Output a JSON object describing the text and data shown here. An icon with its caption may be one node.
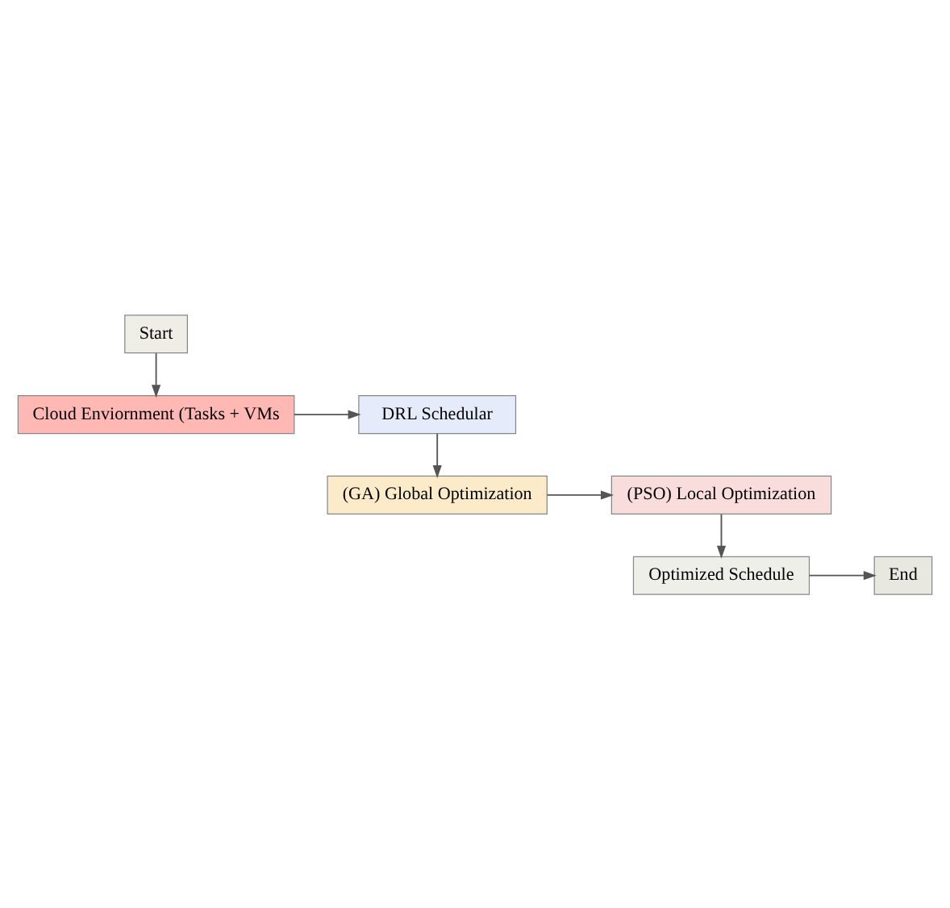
{
  "diagram": {
    "nodes": [
      {
        "text": [
          "Start"
        ]
      },
      {
        "text": [
          "Cloud Enviornment (Tasks + VMs"
        ]
      },
      {
        "text": [
          "DRL Schedular"
        ]
      },
      {
        "text": [
          "(PSO) Local Optimization"
        ]
      },
      {
        "text": [
          "(GA) Global Optimization"
        ]
      },
      {
        "text": [
          "Optimized Schedule"
        ]
      },
      {
        "text": [
          "End"
        ]
      }
    ],
    "edges": [
      {
        "from": 0,
        "to": 1,
        "arrow": "to"
      },
      {
        "from": 1,
        "to": 2,
        "arrow": "to"
      },
      {
        "from": 2,
        "to": 4,
        "arrow": "to"
      },
      {
        "from": 4,
        "to": 3,
        "arrow": "to"
      },
      {
        "from": 3,
        "to": 5,
        "arrow": "to"
      },
      {
        "from": 5,
        "to": 6,
        "arrow": "to"
      }
    ]
  }
}
